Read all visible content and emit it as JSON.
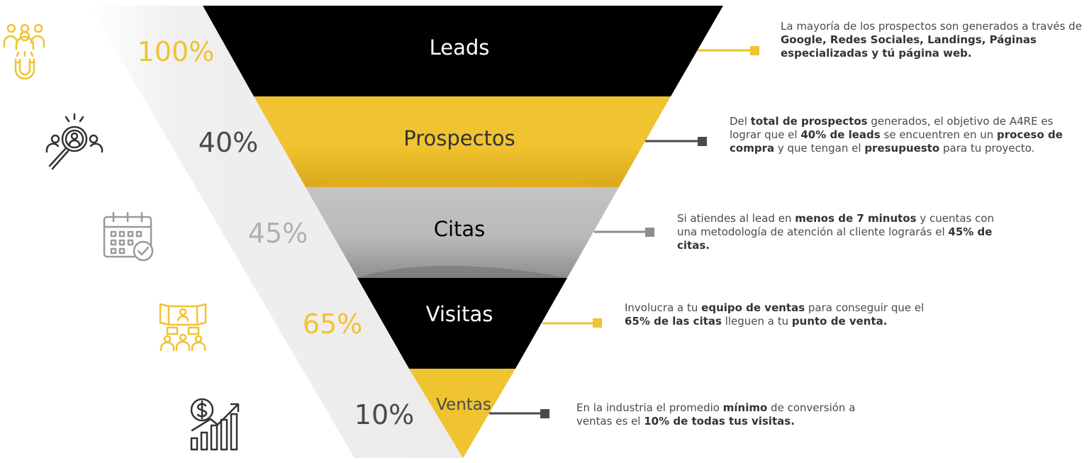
{
  "colors": {
    "black": "#000000",
    "yellow": "#f0c330",
    "gray": "#bdbdbd",
    "ribbon": "#eeeeee",
    "dark_text": "#4a4a4a",
    "yellow_text": "#f0c330",
    "gray_text": "#b0b0b0"
  },
  "stages": [
    {
      "name": "Leads",
      "percent": "100%",
      "icon": "people-magnet-icon",
      "description": [
        {
          "t": "La mayoría de los prospectos son generados a través de "
        },
        {
          "t": "Google, Redes Sociales, Landings, Páginas especializadas y tú página web.",
          "b": true
        }
      ]
    },
    {
      "name": "Prospectos",
      "percent": "40%",
      "icon": "magnifier-user-icon",
      "description": [
        {
          "t": "Del "
        },
        {
          "t": "total de prospectos",
          "b": true
        },
        {
          "t": " generados, el objetivo de A4RE es lograr que el "
        },
        {
          "t": "40% de leads",
          "b": true
        },
        {
          "t": " se encuentren en un "
        },
        {
          "t": "proceso de compra",
          "b": true
        },
        {
          "t": " y que tengan el "
        },
        {
          "t": "presupuesto",
          "b": true
        },
        {
          "t": " para tu proyecto."
        }
      ]
    },
    {
      "name": "Citas",
      "percent": "45%",
      "icon": "calendar-check-icon",
      "description": [
        {
          "t": "Si atiendes al lead en "
        },
        {
          "t": "menos de 7 minutos",
          "b": true
        },
        {
          "t": " y cuentas con una metodología de atención al cliente lograrás el "
        },
        {
          "t": "45% de citas.",
          "b": true
        }
      ]
    },
    {
      "name": "Visitas",
      "percent": "65%",
      "icon": "presentation-team-icon",
      "description": [
        {
          "t": "Involucra a tu "
        },
        {
          "t": "equipo de ventas",
          "b": true
        },
        {
          "t": " para conseguir que el "
        },
        {
          "t": "65% de las citas",
          "b": true
        },
        {
          "t": " lleguen a tu "
        },
        {
          "t": "punto de venta.",
          "b": true
        }
      ]
    },
    {
      "name": "Ventas",
      "percent": "10%",
      "icon": "dollar-growth-chart-icon",
      "description": [
        {
          "t": "En la industria el promedio "
        },
        {
          "t": "mínimo",
          "b": true
        },
        {
          "t": " de conversión a ventas es el "
        },
        {
          "t": "10% de todas tus visitas.",
          "b": true
        }
      ]
    }
  ]
}
